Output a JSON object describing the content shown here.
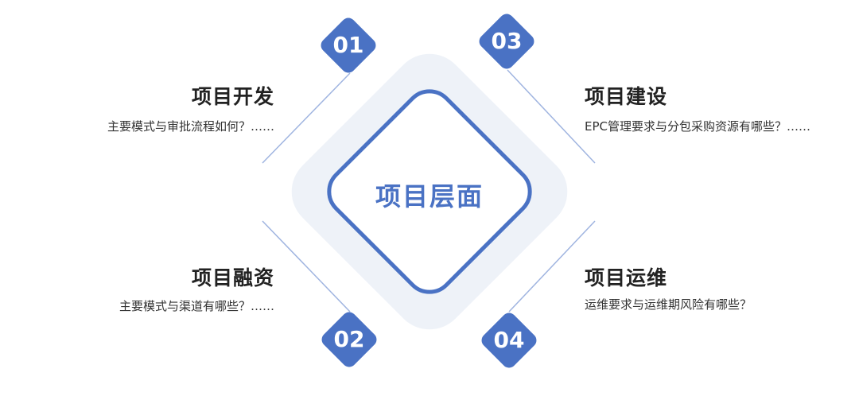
{
  "center": {
    "title": "项目层面"
  },
  "items": [
    {
      "num": "01",
      "title": "项目开发",
      "desc": "主要模式与审批流程如何？……"
    },
    {
      "num": "02",
      "title": "项目融资",
      "desc": "主要模式与渠道有哪些？……"
    },
    {
      "num": "03",
      "title": "项目建设",
      "desc": "EPC管理要求与分包采购资源有哪些？……"
    },
    {
      "num": "04",
      "title": "项目运维",
      "desc": "运维要求与运维期风险有哪些？"
    }
  ],
  "colors": {
    "accent": "#4a72c4",
    "line": "#9fb4e0",
    "halo": "#eef2f8"
  }
}
